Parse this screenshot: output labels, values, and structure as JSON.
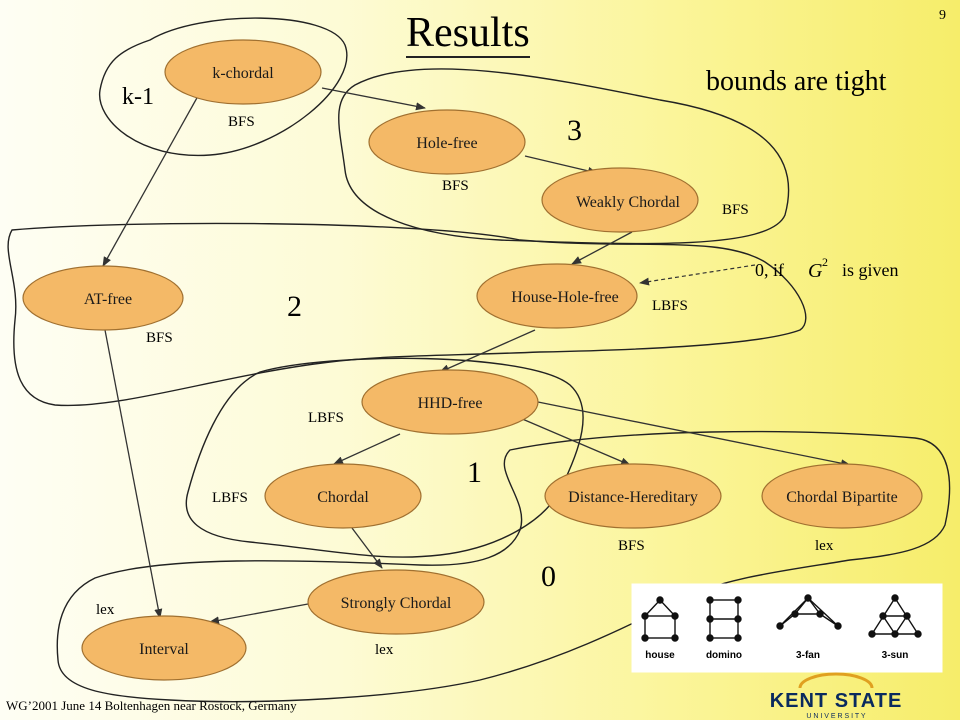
{
  "title": "Results",
  "slide_number": "9",
  "subtitle": "bounds are tight",
  "note": {
    "prefix": "0, if",
    "symbol_base": "G",
    "symbol_sup": "2",
    "suffix": "is given"
  },
  "nodes": {
    "k_chordal": "k-chordal",
    "hole_free": "Hole-free",
    "weakly_chordal": "Weakly Chordal",
    "at_free": "AT-free",
    "house_hole_free": "House-Hole-free",
    "hhd_free": "HHD-free",
    "chordal": "Chordal",
    "distance_hereditary": "Distance-Hereditary",
    "chordal_bipartite": "Chordal Bipartite",
    "strongly_chordal": "Strongly Chordal",
    "interval": "Interval"
  },
  "algorithms": {
    "k_chordal": "BFS",
    "hole_free": "BFS",
    "weakly_chordal": "BFS",
    "at_free": "BFS",
    "house_hole_free": "LBFS",
    "hhd_free": "LBFS",
    "chordal": "LBFS",
    "distance_hereditary": "BFS",
    "chordal_bipartite": "lex",
    "strongly_chordal": "lex",
    "interval": "lex"
  },
  "bounds": {
    "k_minus_1": "k-1",
    "three": "3",
    "two": "2",
    "one": "1",
    "zero": "0"
  },
  "graph_captions": [
    "house",
    "domino",
    "3-fan",
    "3-sun"
  ],
  "footer": "WG’2001 June 14  Boltenhagen near Rostock,  Germany",
  "logo": {
    "line1": "KENT STATE",
    "line2": "U N I V E R S I T Y"
  },
  "colors": {
    "node_fill": "#f4b967",
    "node_stroke": "#a07030",
    "logo": "#0a2a5e"
  }
}
